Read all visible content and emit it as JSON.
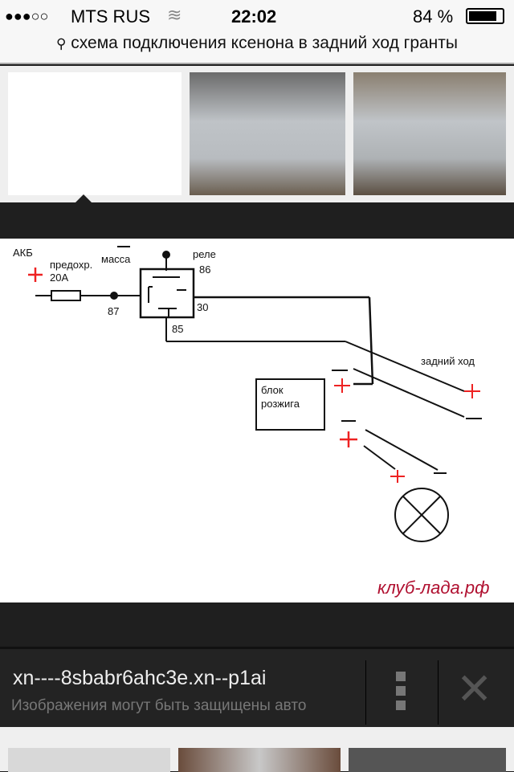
{
  "status": {
    "signal": "●●●○○",
    "carrier": "MTS RUS",
    "time": "22:02",
    "battery": "84 %"
  },
  "search": {
    "query": "схема подключения ксенона в задний ход гранты"
  },
  "diagram": {
    "akb": "АКБ",
    "fuse": "предохр.",
    "fuse_rating": "20А",
    "ground": "масса",
    "relay": "реле",
    "p86": "86",
    "p87": "87",
    "p30": "30",
    "p85": "85",
    "reverse": "задний ход",
    "ignition_1": "блок",
    "ignition_2": "розжига",
    "watermark": "клуб-лада.рф"
  },
  "info": {
    "domain": "xn----8sbabr6ahc3e.xn--p1ai",
    "notice": "Изображения могут быть защищены авто"
  }
}
